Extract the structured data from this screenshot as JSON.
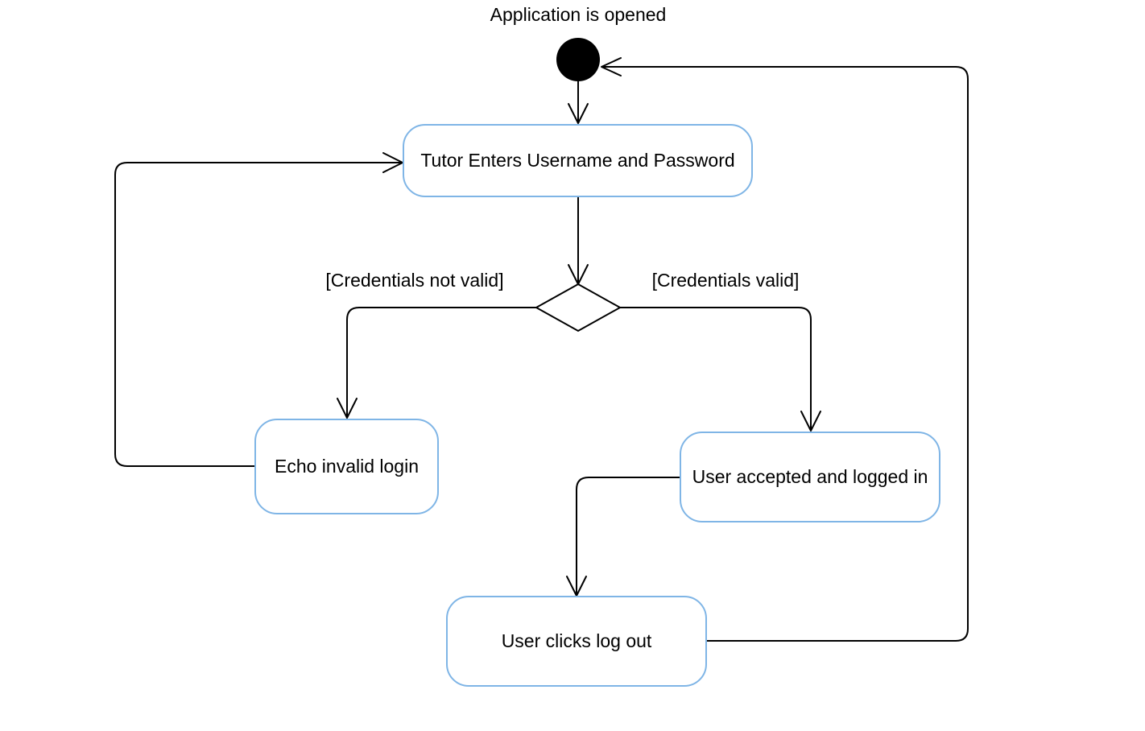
{
  "diagram": {
    "start_label": "Application is opened",
    "states": {
      "enter_credentials": "Tutor Enters Username and Password",
      "invalid_login": "Echo invalid login",
      "logged_in": "User accepted and logged in",
      "log_out": "User clicks log out"
    },
    "guards": {
      "not_valid": "[Credentials not valid]",
      "valid": "[Credentials valid]"
    },
    "colors": {
      "state_border": "#7fb5e6",
      "line": "#000000",
      "initial_node": "#000000"
    }
  }
}
